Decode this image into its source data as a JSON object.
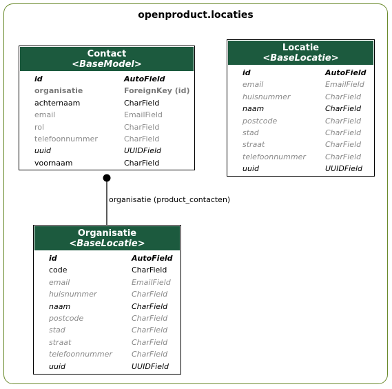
{
  "package": {
    "title": "openproduct.locaties",
    "border_color": "#6a8a2c"
  },
  "colors": {
    "header_bg": "#1c5a3e",
    "header_text": "#ffffff",
    "muted_text": "#8a8a8a"
  },
  "models": {
    "contact": {
      "name": "Contact",
      "base": "<BaseModel>",
      "fields": [
        {
          "name": "id",
          "type": "AutoField",
          "style": "bold-italic"
        },
        {
          "name": "organisatie",
          "type": "ForeignKey (id)",
          "style": "bold-gray"
        },
        {
          "name": "achternaam",
          "type": "CharField",
          "style": "normal"
        },
        {
          "name": "email",
          "type": "EmailField",
          "style": "gray"
        },
        {
          "name": "rol",
          "type": "CharField",
          "style": "gray"
        },
        {
          "name": "telefoonnummer",
          "type": "CharField",
          "style": "gray"
        },
        {
          "name": "uuid",
          "type": "UUIDField",
          "style": "italic"
        },
        {
          "name": "voornaam",
          "type": "CharField",
          "style": "normal"
        }
      ]
    },
    "locatie": {
      "name": "Locatie",
      "base": "<BaseLocatie>",
      "fields": [
        {
          "name": "id",
          "type": "AutoField",
          "style": "bold-italic"
        },
        {
          "name": "email",
          "type": "EmailField",
          "style": "italic-gray"
        },
        {
          "name": "huisnummer",
          "type": "CharField",
          "style": "italic-gray"
        },
        {
          "name": "naam",
          "type": "CharField",
          "style": "italic"
        },
        {
          "name": "postcode",
          "type": "CharField",
          "style": "italic-gray"
        },
        {
          "name": "stad",
          "type": "CharField",
          "style": "italic-gray"
        },
        {
          "name": "straat",
          "type": "CharField",
          "style": "italic-gray"
        },
        {
          "name": "telefoonnummer",
          "type": "CharField",
          "style": "italic-gray"
        },
        {
          "name": "uuid",
          "type": "UUIDField",
          "style": "italic"
        }
      ]
    },
    "organisatie": {
      "name": "Organisatie",
      "base": "<BaseLocatie>",
      "fields": [
        {
          "name": "id",
          "type": "AutoField",
          "style": "bold-italic"
        },
        {
          "name": "code",
          "type": "CharField",
          "style": "normal"
        },
        {
          "name": "email",
          "type": "EmailField",
          "style": "italic-gray"
        },
        {
          "name": "huisnummer",
          "type": "CharField",
          "style": "italic-gray"
        },
        {
          "name": "naam",
          "type": "CharField",
          "style": "italic"
        },
        {
          "name": "postcode",
          "type": "CharField",
          "style": "italic-gray"
        },
        {
          "name": "stad",
          "type": "CharField",
          "style": "italic-gray"
        },
        {
          "name": "straat",
          "type": "CharField",
          "style": "italic-gray"
        },
        {
          "name": "telefoonnummer",
          "type": "CharField",
          "style": "italic-gray"
        },
        {
          "name": "uuid",
          "type": "UUIDField",
          "style": "italic"
        }
      ]
    }
  },
  "relations": [
    {
      "from": "contact",
      "to": "organisatie",
      "label": "organisatie (product_contacten)"
    }
  ]
}
